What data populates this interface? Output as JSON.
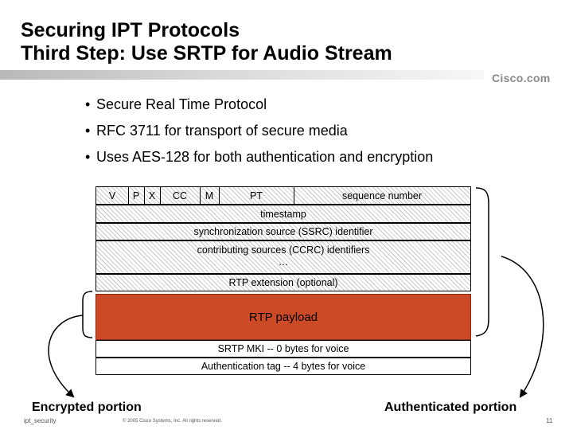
{
  "title": {
    "line1": "Securing IPT Protocols",
    "line2": "Third Step: Use SRTP for Audio Stream"
  },
  "logo": {
    "text": "Cisco.com"
  },
  "bullets": [
    "Secure Real Time Protocol",
    "RFC 3711 for transport of secure media",
    "Uses AES-128 for both authentication and encryption"
  ],
  "bullet_glyph": "•",
  "packet": {
    "header_fields": {
      "v": "V",
      "p": "P",
      "x": "X",
      "cc": "CC",
      "m": "M",
      "pt": "PT",
      "seq": "sequence number"
    },
    "timestamp": "timestamp",
    "ssrc": "synchronization source (SSRC) identifier",
    "csrc_line1": "contributing sources (CCRC) identifiers",
    "csrc_line2": "…",
    "extension": "RTP extension (optional)",
    "payload": "RTP payload",
    "mki": "SRTP MKI -- 0 bytes for voice",
    "auth_tag": "Authentication tag -- 4 bytes for voice"
  },
  "captions": {
    "encrypted": "Encrypted portion",
    "authenticated": "Authenticated portion"
  },
  "footer": {
    "left": "ipt_security",
    "center": "© 2005 Cisco Systems, Inc. All rights reserved.",
    "page": "11"
  },
  "colors": {
    "payload": "#cc4a25",
    "logo": "#8a8a8a"
  }
}
